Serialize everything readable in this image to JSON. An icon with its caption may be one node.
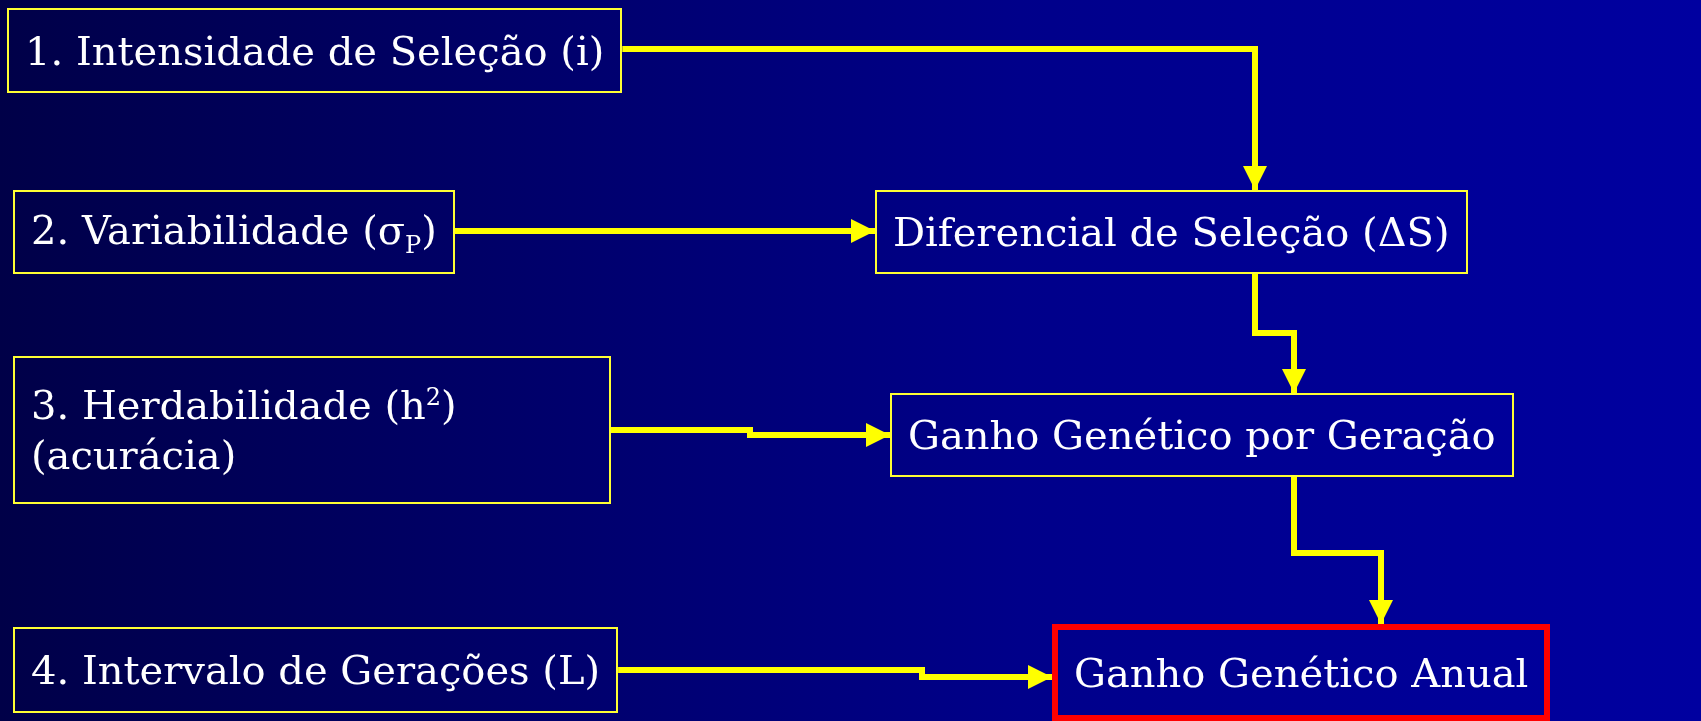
{
  "diagram": {
    "nodes": [
      {
        "text": [
          "1. Intensidade de Seleção (i)"
        ]
      },
      {
        "text": [
          "2. Variabilidade (σ$_{P}$)"
        ]
      },
      {
        "text": [
          "Diferencial de Seleção (ΔS)"
        ]
      },
      {
        "text": [
          "3. Herdabilidade (h$^{2}$) (acurácia)"
        ]
      },
      {
        "text": [
          "Ganho Genético por Geração"
        ]
      },
      {
        "text": [
          "4. Intervalo de Gerações (L)"
        ]
      },
      {
        "text": [
          "Ganho Genético Anual"
        ]
      }
    ],
    "edges": [
      {
        "from": 0,
        "to": 2,
        "arrow": "to"
      },
      {
        "from": 1,
        "to": 2,
        "arrow": "to"
      },
      {
        "from": 2,
        "to": 4,
        "arrow": "to"
      },
      {
        "from": 3,
        "to": 4,
        "arrow": "to"
      },
      {
        "from": 4,
        "to": 6,
        "arrow": "to"
      },
      {
        "from": 5,
        "to": 6,
        "arrow": "to"
      }
    ]
  }
}
